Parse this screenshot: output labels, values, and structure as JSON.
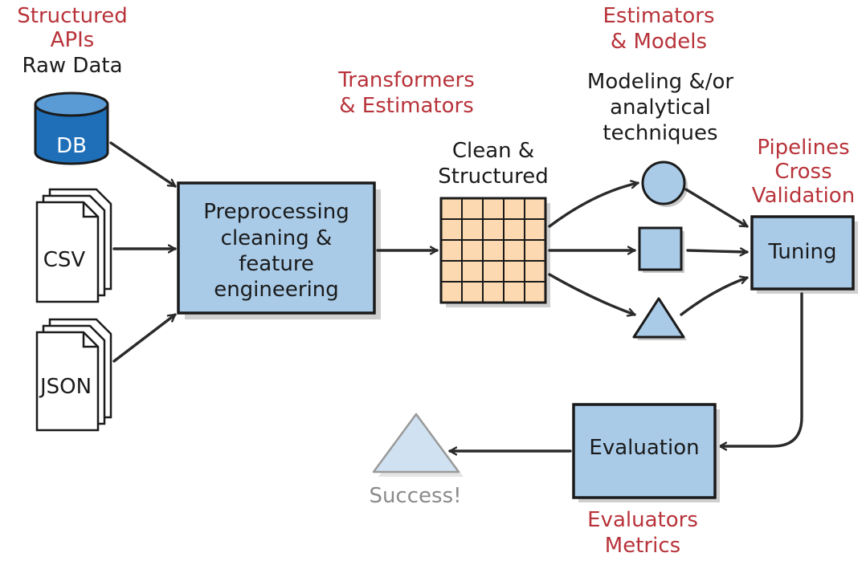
{
  "labels": {
    "structured_apis_1": "Structured",
    "structured_apis_2": "APIs",
    "raw_data": "Raw Data",
    "transformers_1": "Transformers",
    "transformers_2": "& Estimators",
    "estimators_1": "Estimators",
    "estimators_2": "& Models",
    "modeling_1": "Modeling &/or",
    "modeling_2": "analytical",
    "modeling_3": "techniques",
    "clean_1": "Clean &",
    "clean_2": "Structured",
    "pipelines_1": "Pipelines",
    "pipelines_2": "Cross",
    "pipelines_3": "Validation",
    "evaluators_1": "Evaluators",
    "evaluators_2": "Metrics"
  },
  "nodes": {
    "db": "DB",
    "csv": "CSV",
    "json": "JSON",
    "preprocess_1": "Preprocessing",
    "preprocess_2": "cleaning &",
    "preprocess_3": "feature",
    "preprocess_4": "engineering",
    "tuning": "Tuning",
    "evaluation": "Evaluation",
    "success": "Success!"
  },
  "colors": {
    "box_fill": "#a9cbe8",
    "grid_fill": "#fcd9b0",
    "db_fill": "#1f6fb8",
    "red_text": "#b8333a",
    "success_fill": "#d0e2f2"
  }
}
